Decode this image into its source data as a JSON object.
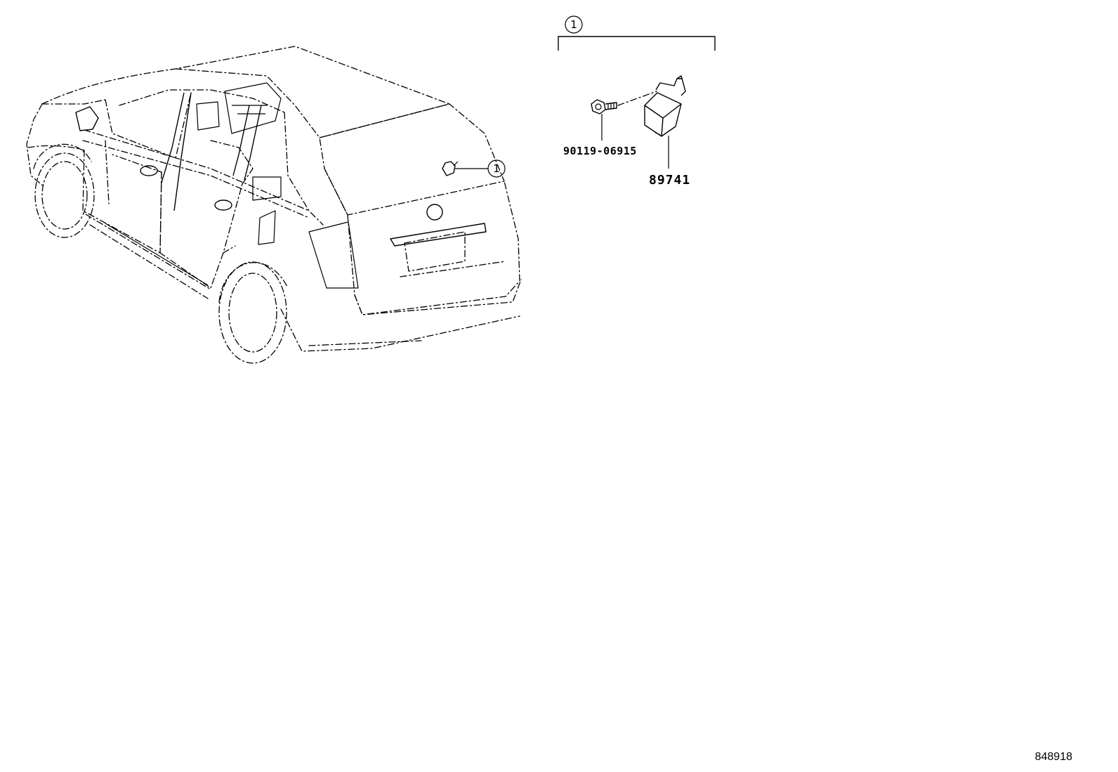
{
  "callouts": {
    "group_number": "1",
    "vehicle_callout_number": "1"
  },
  "parts": [
    {
      "number": "90119-06915",
      "kind": "bolt"
    },
    {
      "number": "89741",
      "kind": "module"
    }
  ],
  "figure_id": "848918"
}
